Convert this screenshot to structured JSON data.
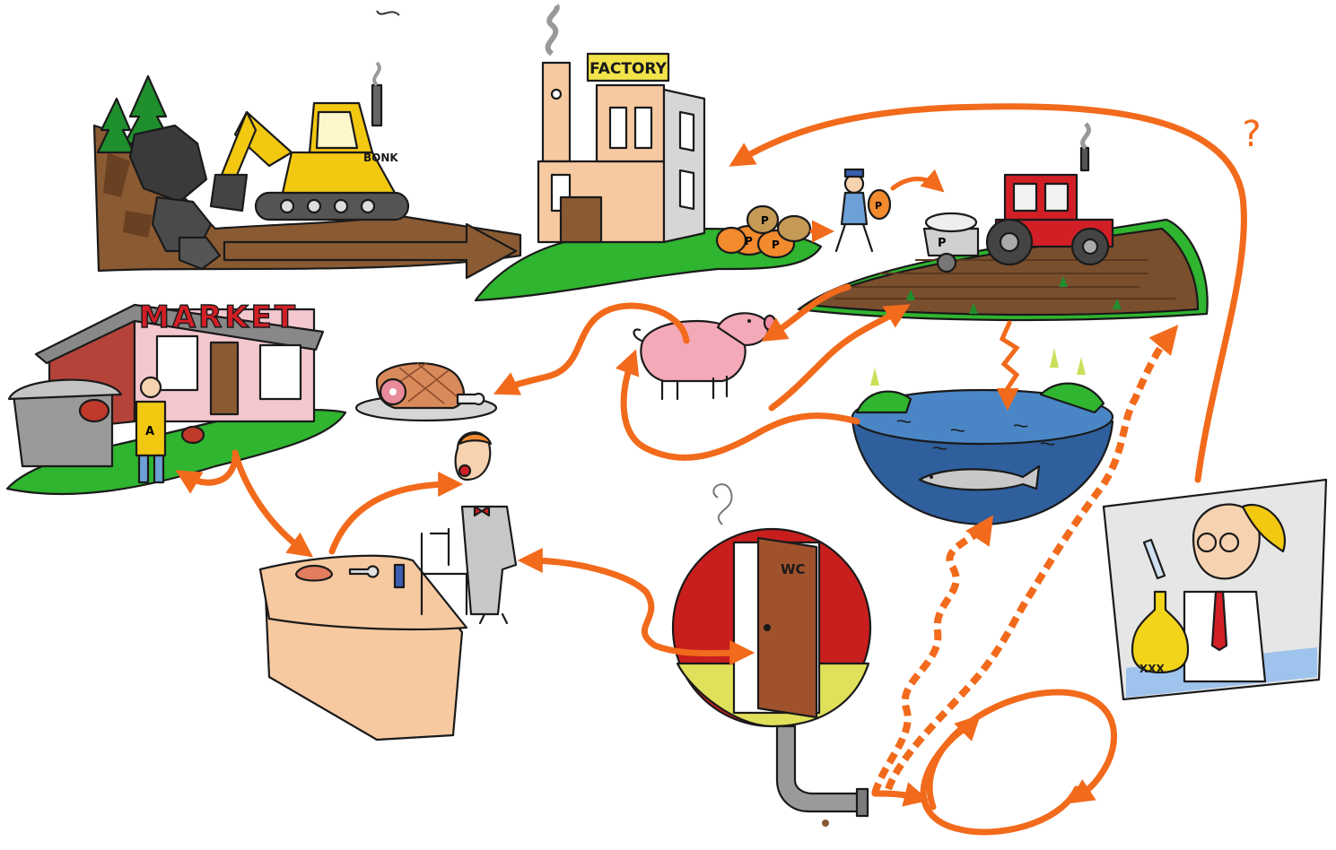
{
  "labels": {
    "factory": "FACTORY",
    "market": "MARKET",
    "wc": "WC",
    "excavator": "BONK",
    "flask": "XXX",
    "question": "?",
    "bag_letter": "P",
    "tank_letter": "P",
    "apron_letter": "A"
  },
  "colors": {
    "arrow": "#f26a1b",
    "grass": "#2fb52f",
    "soil": "#8a5a33",
    "water": "#4a86c5",
    "tractor": "#d21f26",
    "excavator": "#f2c811",
    "factory": "#f7c9a0",
    "market": "#f4c7cf",
    "pig": "#f4a9b8"
  },
  "icons": [
    "excavator-icon",
    "factory-icon",
    "fertilizer-bags-icon",
    "farmer-icon",
    "tractor-icon",
    "field-icon",
    "pig-icon",
    "ham-icon",
    "market-icon",
    "lake-icon",
    "fish-icon",
    "man-icon",
    "dinner-table-icon",
    "toilet-door-icon",
    "drain-pipe-icon",
    "scientist-icon"
  ]
}
